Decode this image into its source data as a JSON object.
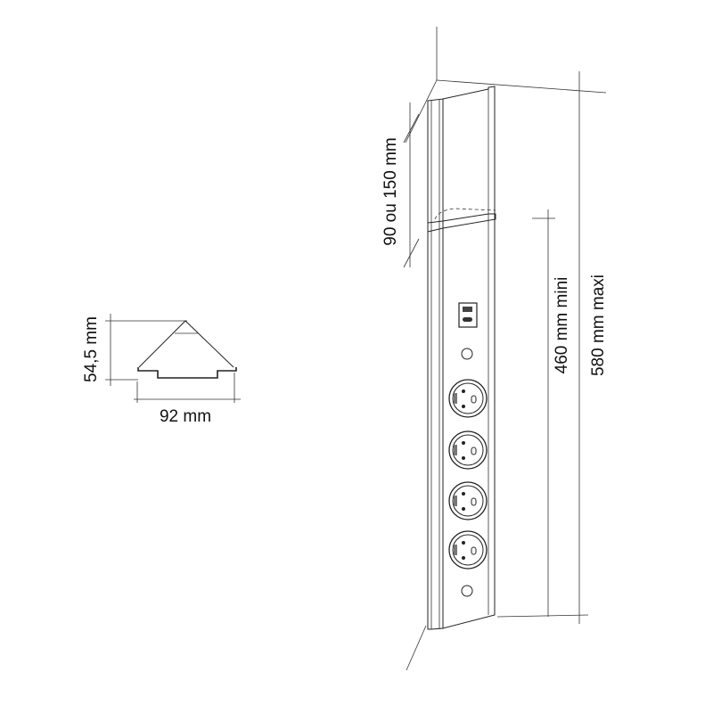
{
  "profile": {
    "height_label": "54,5 mm",
    "width_label": "92 mm"
  },
  "column": {
    "top_section_label": "90 ou 150 mm",
    "min_height_label": "460 mm mini",
    "max_height_label": "580 mm maxi",
    "socket_count": 4
  }
}
